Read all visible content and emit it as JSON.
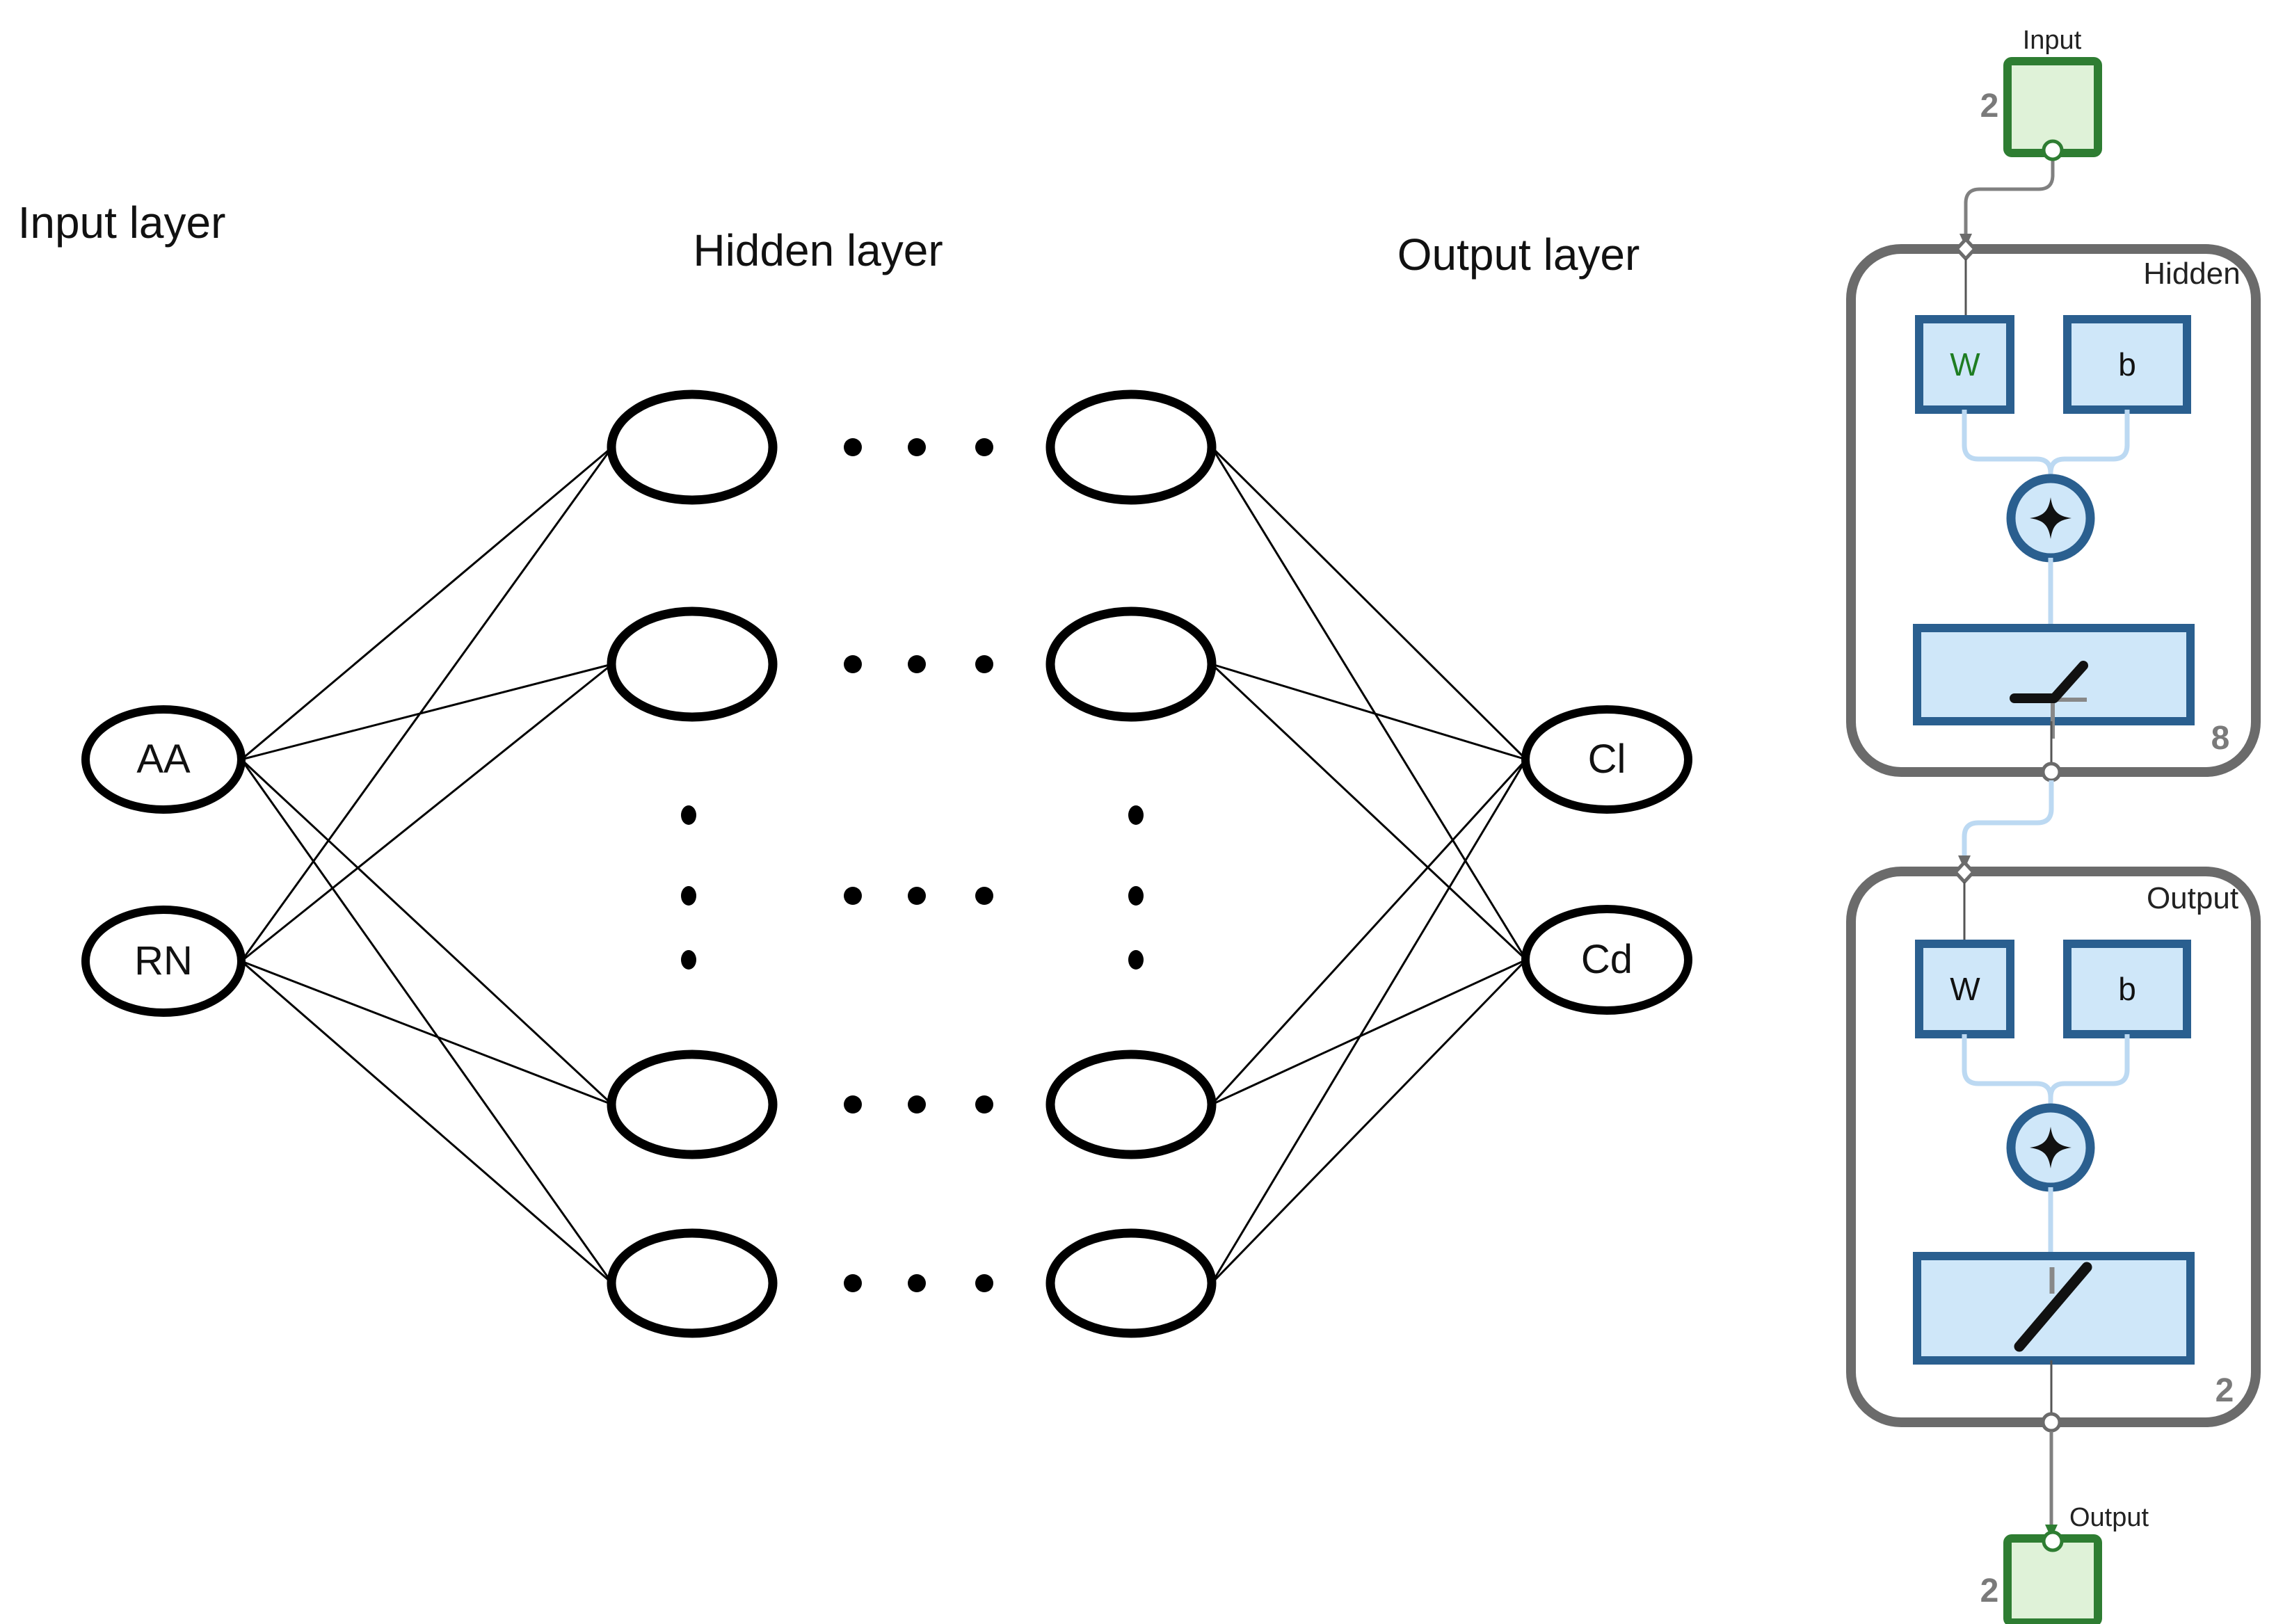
{
  "left_network": {
    "titles": {
      "input": "Input layer",
      "hidden": "Hidden layer",
      "output": "Output layer"
    },
    "input_nodes": [
      {
        "label": "AA"
      },
      {
        "label": "RN"
      }
    ],
    "output_nodes": [
      {
        "label": "Cl"
      },
      {
        "label": "Cd"
      }
    ]
  },
  "right_panel": {
    "input_box": {
      "label": "Input",
      "dim": "2"
    },
    "hidden_layer": {
      "title": "Hidden",
      "weight": "W",
      "bias": "b",
      "neurons": "8"
    },
    "output_layer": {
      "title": "Output",
      "weight": "W",
      "bias": "b",
      "neurons": "2"
    },
    "output_box": {
      "label": "Output",
      "dim": "2"
    },
    "colors": {
      "green_border": "#2e7d32",
      "green_fill": "#dff2d8",
      "blue_border": "#2a5f8f",
      "blue_fill": "#cfe7f9",
      "wire_light_blue": "#bcd9f2",
      "container_gray": "#6b6b6b",
      "wire_gray": "#808080",
      "number_gray": "#7a7a7a",
      "weight_green": "#1e7d22"
    }
  }
}
